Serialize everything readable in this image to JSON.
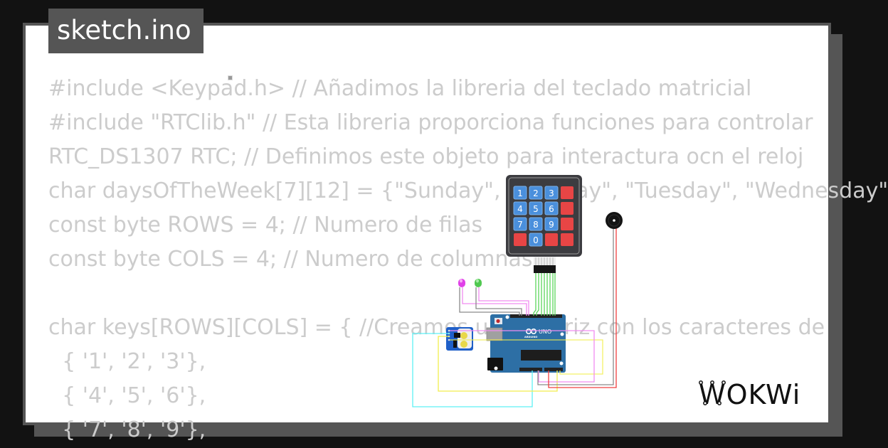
{
  "tab": {
    "title": "sketch.ino"
  },
  "code": {
    "lines": [
      "#include <Keypad.h> // Añadimos la libreria del teclado matricial",
      "#include \"RTClib.h\" // Esta libreria proporciona funciones para controlar",
      "RTC_DS1307 RTC; // Definimos este objeto para interactura ocn el reloj",
      "char daysOfTheWeek[7][12] = {\"Sunday\", \"Monday\", \"Tuesday\", \"Wednesday\"",
      "const byte ROWS = 4; // Numero de filas",
      "const byte COLS = 4; // Numero de columnas",
      "",
      "char keys[ROWS][COLS] = { //Creamos una matriz con los caracteres de",
      "  { '1', '2', '3'},",
      "  { '4', '5', '6'},",
      "  { '7', '8', '9'},"
    ]
  },
  "circuit": {
    "board": {
      "label": "UNO",
      "brand": "ARDUINO"
    },
    "keypad": {
      "keys": [
        "1",
        "2",
        "3",
        "",
        "4",
        "5",
        "6",
        "",
        "7",
        "8",
        "9",
        "",
        "",
        "0",
        "",
        ""
      ],
      "key_colors": [
        "blue",
        "blue",
        "blue",
        "red",
        "blue",
        "blue",
        "blue",
        "red",
        "blue",
        "blue",
        "blue",
        "red",
        "red",
        "blue",
        "red",
        "red"
      ]
    },
    "leds": [
      {
        "color": "#e040e8"
      },
      {
        "color": "#50c850"
      }
    ],
    "components": [
      "arduino-uno",
      "membrane-keypad-4x4",
      "rtc-ds1307",
      "led-magenta",
      "led-green",
      "buzzer"
    ]
  },
  "colors": {
    "background": "#121212",
    "frame": "#555555",
    "code_text": "#cccccc",
    "board_blue": "#2d6fa5",
    "key_blue": "#4a8fdc",
    "key_red": "#e84545",
    "wire_cyan": "#5ef0f5",
    "wire_yellow": "#f2ee4e",
    "wire_pink": "#f08cf0",
    "wire_green": "#5cd65c",
    "wire_red": "#f04040",
    "wire_gray": "#8a8a8a"
  },
  "logo": {
    "text": "WOKWi"
  }
}
